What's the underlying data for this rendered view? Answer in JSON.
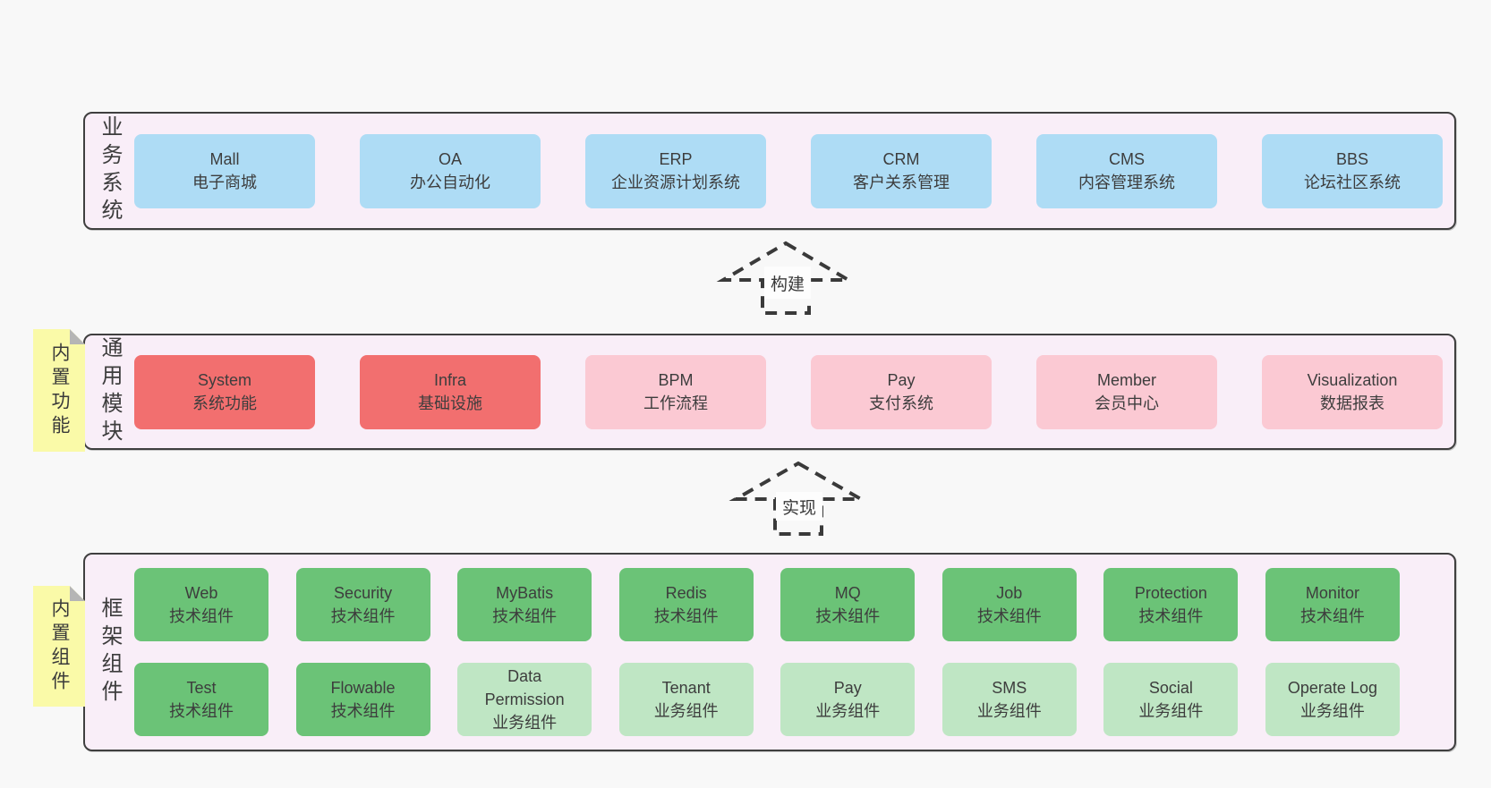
{
  "palette": {
    "page_bg": "#f8f8f8",
    "layer_bg": "#f9eef8",
    "layer_border": "#3f3f3f",
    "box_blue": "#aedcf5",
    "box_red": "#f26f6f",
    "box_pink": "#fbc9d3",
    "box_green": "#6bc377",
    "box_green_light": "#bfe6c4",
    "sticky_yellow": "#fafaa8",
    "text": "#3d3d3d"
  },
  "arrows": [
    {
      "label": "构建"
    },
    {
      "label": "实现"
    }
  ],
  "layers": [
    {
      "label": "业务系统",
      "rows": [
        [
          {
            "title": "Mall",
            "subtitle": "电子商城",
            "variant": "blue"
          },
          {
            "title": "OA",
            "subtitle": "办公自动化",
            "variant": "blue"
          },
          {
            "title": "ERP",
            "subtitle": "企业资源计划系统",
            "variant": "blue"
          },
          {
            "title": "CRM",
            "subtitle": "客户关系管理",
            "variant": "blue"
          },
          {
            "title": "CMS",
            "subtitle": "内容管理系统",
            "variant": "blue"
          },
          {
            "title": "BBS",
            "subtitle": "论坛社区系统",
            "variant": "blue"
          }
        ]
      ]
    },
    {
      "label": "通用模块",
      "sticky": "内置功能",
      "rows": [
        [
          {
            "title": "System",
            "subtitle": "系统功能",
            "variant": "red"
          },
          {
            "title": "Infra",
            "subtitle": "基础设施",
            "variant": "red"
          },
          {
            "title": "BPM",
            "subtitle": "工作流程",
            "variant": "pink"
          },
          {
            "title": "Pay",
            "subtitle": "支付系统",
            "variant": "pink"
          },
          {
            "title": "Member",
            "subtitle": "会员中心",
            "variant": "pink"
          },
          {
            "title": "Visualization",
            "subtitle": "数据报表",
            "variant": "pink"
          }
        ]
      ]
    },
    {
      "label": "框架组件",
      "sticky": "内置组件",
      "rows": [
        [
          {
            "title": "Web",
            "subtitle": "技术组件",
            "variant": "green"
          },
          {
            "title": "Security",
            "subtitle": "技术组件",
            "variant": "green"
          },
          {
            "title": "MyBatis",
            "subtitle": "技术组件",
            "variant": "green"
          },
          {
            "title": "Redis",
            "subtitle": "技术组件",
            "variant": "green"
          },
          {
            "title": "MQ",
            "subtitle": "技术组件",
            "variant": "green"
          },
          {
            "title": "Job",
            "subtitle": "技术组件",
            "variant": "green"
          },
          {
            "title": "Protection",
            "subtitle": "技术组件",
            "variant": "green"
          },
          {
            "title": "Monitor",
            "subtitle": "技术组件",
            "variant": "green"
          }
        ],
        [
          {
            "title": "Test",
            "subtitle": "技术组件",
            "variant": "green"
          },
          {
            "title": "Flowable",
            "subtitle": "技术组件",
            "variant": "green"
          },
          {
            "title": "Data Permission",
            "subtitle": "业务组件",
            "variant": "green-light"
          },
          {
            "title": "Tenant",
            "subtitle": "业务组件",
            "variant": "green-light"
          },
          {
            "title": "Pay",
            "subtitle": "业务组件",
            "variant": "green-light"
          },
          {
            "title": "SMS",
            "subtitle": "业务组件",
            "variant": "green-light"
          },
          {
            "title": "Social",
            "subtitle": "业务组件",
            "variant": "green-light"
          },
          {
            "title": "Operate Log",
            "subtitle": "业务组件",
            "variant": "green-light"
          }
        ]
      ]
    }
  ]
}
